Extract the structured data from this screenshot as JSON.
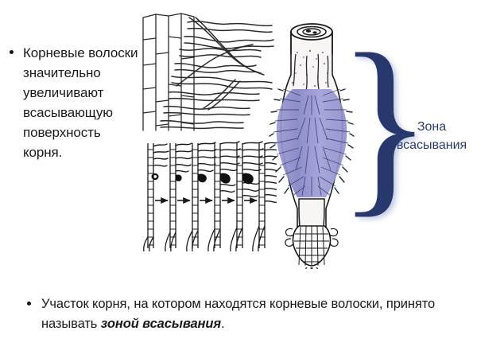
{
  "slide": {
    "background_color": "#ffffff",
    "text_color": "#1a1a1a",
    "accent_color": "#27386d",
    "hair_color": "#8a8ac8"
  },
  "bullets": {
    "top": {
      "text": "Корневые волоски значительно увеличивают всасывающую поверхность корня.",
      "marker": "bullet-dot"
    },
    "bottom": {
      "lead": "Участок корня, на котором находятся корневые волоски, принято называть ",
      "emphasis": "зоной всасывания",
      "tail": ".",
      "marker": "bullet-dot"
    }
  },
  "annotation": {
    "brace_glyph": "}",
    "zone_label_line1": "Зона",
    "zone_label_line2": "всасывания",
    "zone_label_color": "#2b3b70"
  },
  "figures": {
    "root_hairs_micrograph": {
      "caption": "",
      "description": "epidermal cell file with long root hairs"
    },
    "root_hair_development": {
      "caption": "",
      "stages": 6,
      "arrows": 5
    },
    "root_tip": {
      "caption": "",
      "description": "cut root with absorption zone and root cap"
    }
  }
}
